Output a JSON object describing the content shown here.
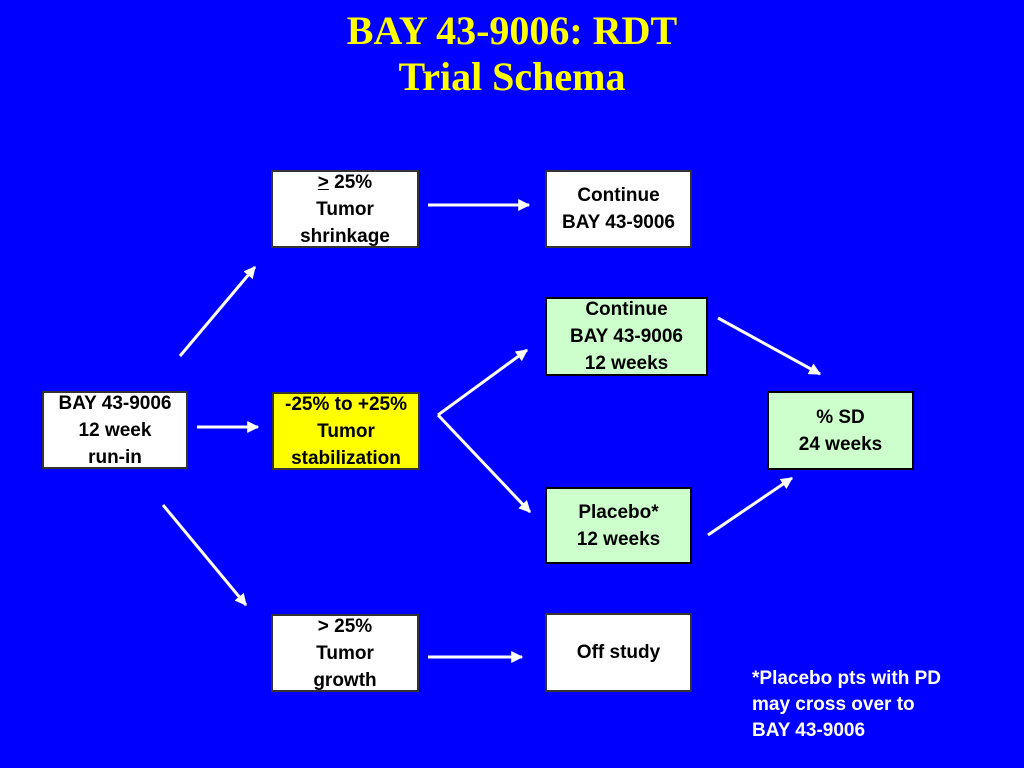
{
  "title": {
    "line1": "BAY 43-9006: RDT",
    "line2": "Trial Schema"
  },
  "boxes": {
    "runin": [
      "BAY 43-9006",
      "12 week",
      "run-in"
    ],
    "shrinkage": {
      "symbol": ">",
      "rest": " 25%",
      "line2": "Tumor",
      "line3": "shrinkage"
    },
    "stabilization": [
      "-25% to +25%",
      "Tumor",
      "stabilization"
    ],
    "growth": [
      "> 25%",
      "Tumor",
      "growth"
    ],
    "continue_top": [
      "Continue",
      "BAY 43-9006"
    ],
    "continue_12": [
      "Continue",
      "BAY 43-9006",
      "12 weeks"
    ],
    "placebo": [
      "Placebo*",
      "12 weeks"
    ],
    "off_study": [
      "Off study"
    ],
    "sd": [
      "% SD",
      "24 weeks"
    ]
  },
  "footnote": [
    "*Placebo pts with PD",
    "may cross over to",
    "BAY 43-9006"
  ],
  "colors": {
    "background": "#0000FF",
    "title": "#FFFF00",
    "box_white": "#FFFFFF",
    "box_yellow": "#FFFF00",
    "box_green": "#CCFFCC",
    "arrow": "#FFFFFF"
  }
}
